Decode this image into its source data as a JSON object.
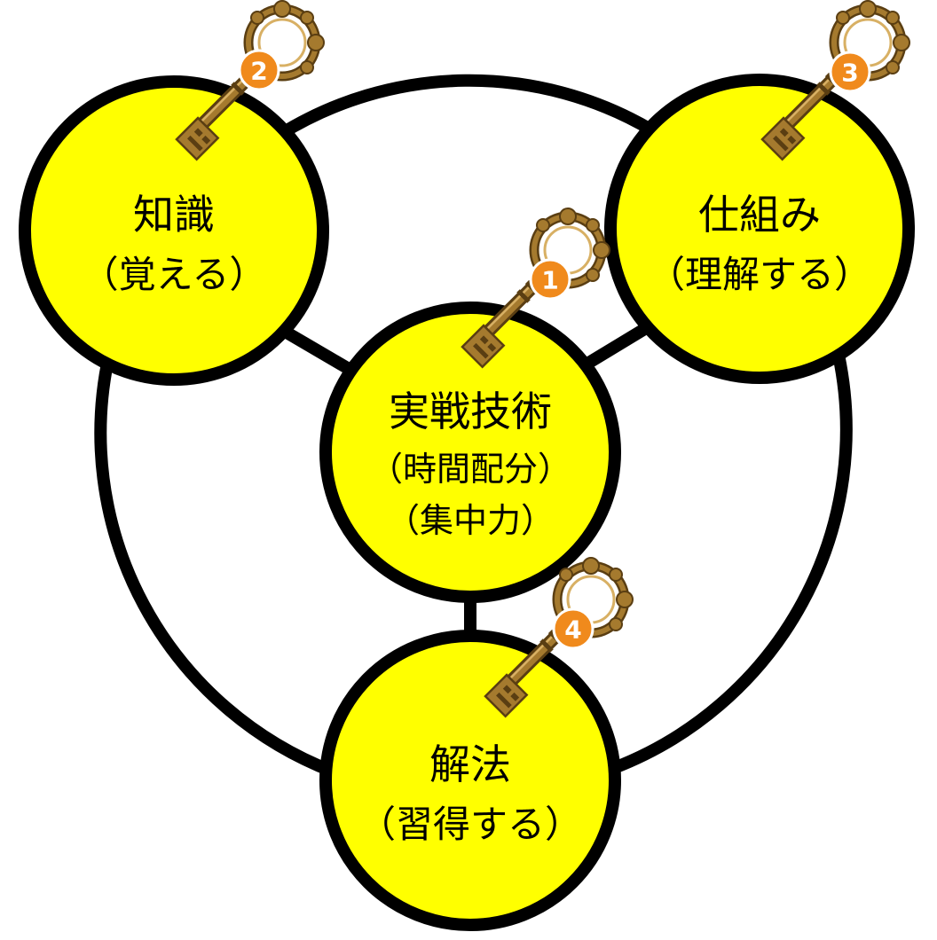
{
  "colors": {
    "node_fill": "#ffff00",
    "stroke": "#000000",
    "badge": "#f08a1c",
    "key_brass": "#a57a2e",
    "key_dark": "#5a3e12",
    "key_light": "#d8b064"
  },
  "nodes": {
    "knowledge": {
      "title": "知識",
      "subtitle": "（覚える）",
      "badge": "2"
    },
    "mechanism": {
      "title": "仕組み",
      "subtitle": "（理解する）",
      "badge": "3"
    },
    "practical": {
      "title": "実戦技術",
      "line2": "（時間配分）",
      "line3": "（集中力）",
      "badge": "1"
    },
    "solution": {
      "title": "解法",
      "subtitle": "（習得する）",
      "badge": "4"
    }
  },
  "icons": {
    "key": "key-icon",
    "badge": "number-badge-icon"
  }
}
